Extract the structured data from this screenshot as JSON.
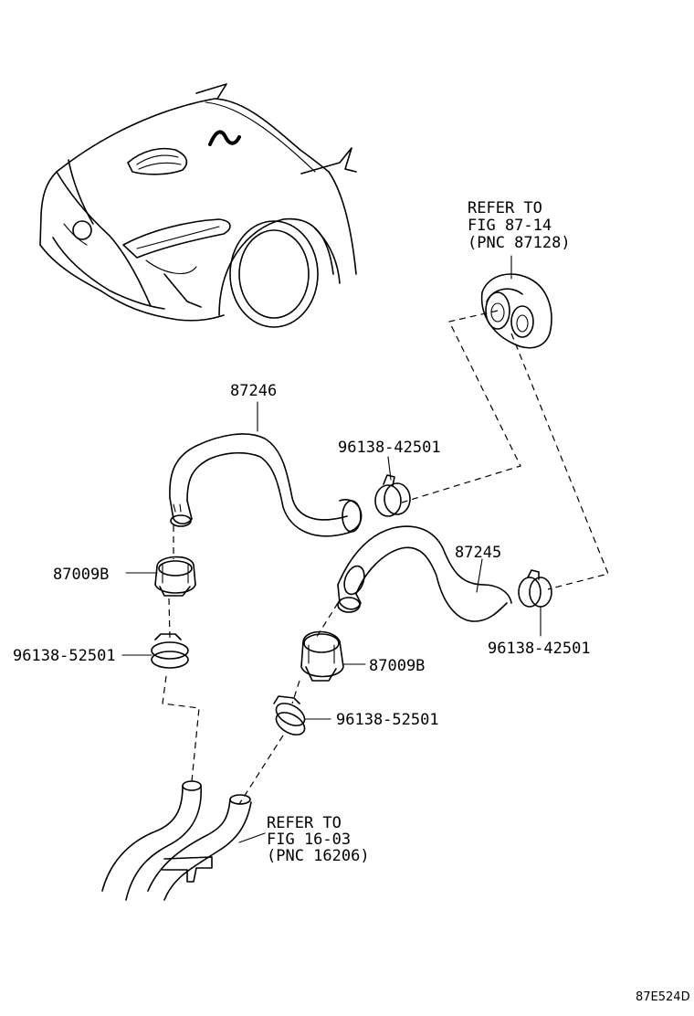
{
  "labels": {
    "ref_top": [
      "REFER TO",
      "FIG 87-14",
      "(PNC 87128)"
    ],
    "ref_bottom": [
      "REFER TO",
      "FIG 16-03",
      "(PNC 16206)"
    ],
    "hose_upper": "87246",
    "hose_lower": "87245",
    "clamp_upper_right": "96138-42501",
    "clamp_lower_right": "96138-42501",
    "clip_left": "87009B",
    "clip_right": "87009B",
    "clamp_left": "96138-52501",
    "clamp_right": "96138-52501",
    "diagram_code": "87E524D"
  }
}
